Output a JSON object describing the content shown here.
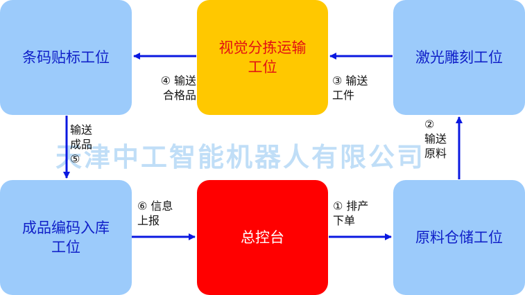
{
  "stations": {
    "barcode": "条码贴标工位",
    "vision": "视觉分拣运输\n工位",
    "laser": "激光雕刻工位",
    "coding": "成品编码入库\n工位",
    "control": "总控台",
    "storage": "原料仓储工位"
  },
  "edge_labels": {
    "step1": "① 排产\n下单",
    "step2": "②\n输送\n原料",
    "step3": "③ 输送\n工件",
    "step4": "④ 输送\n合格品",
    "step5": "输送\n成品\n⑤",
    "step6": "⑥ 信息\n上报"
  },
  "watermark": "天津中工智能机器人有限公司",
  "colors": {
    "station_blue": "#9ccbfb",
    "vision_yellow": "#ffc800",
    "control_red": "#ff0000",
    "arrow_blue": "#0a18e0"
  }
}
